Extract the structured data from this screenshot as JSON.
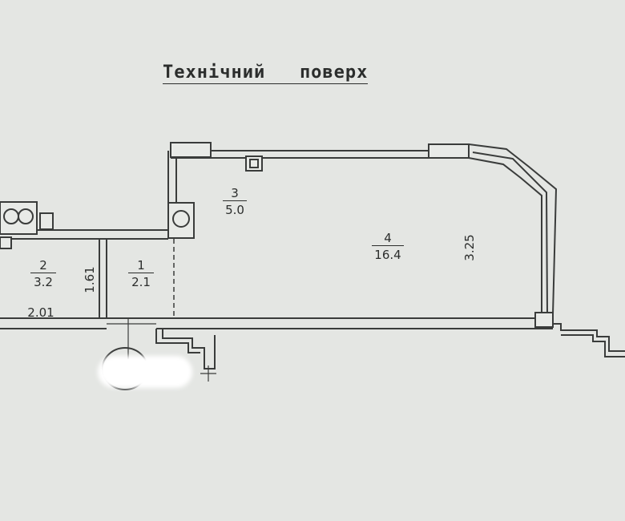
{
  "title": "Технічний   поверх",
  "rooms": [
    {
      "number": "1",
      "area": "2.1"
    },
    {
      "number": "2",
      "area": "3.2"
    },
    {
      "number": "3",
      "area": "5.0"
    },
    {
      "number": "4",
      "area": "16.4"
    }
  ],
  "dimensions": {
    "room2_width": "2.01",
    "room2_height": "1.61",
    "room4_height": "3.25"
  },
  "colors": {
    "paper": "#e4e6e3",
    "ink": "#2b2d2c"
  }
}
